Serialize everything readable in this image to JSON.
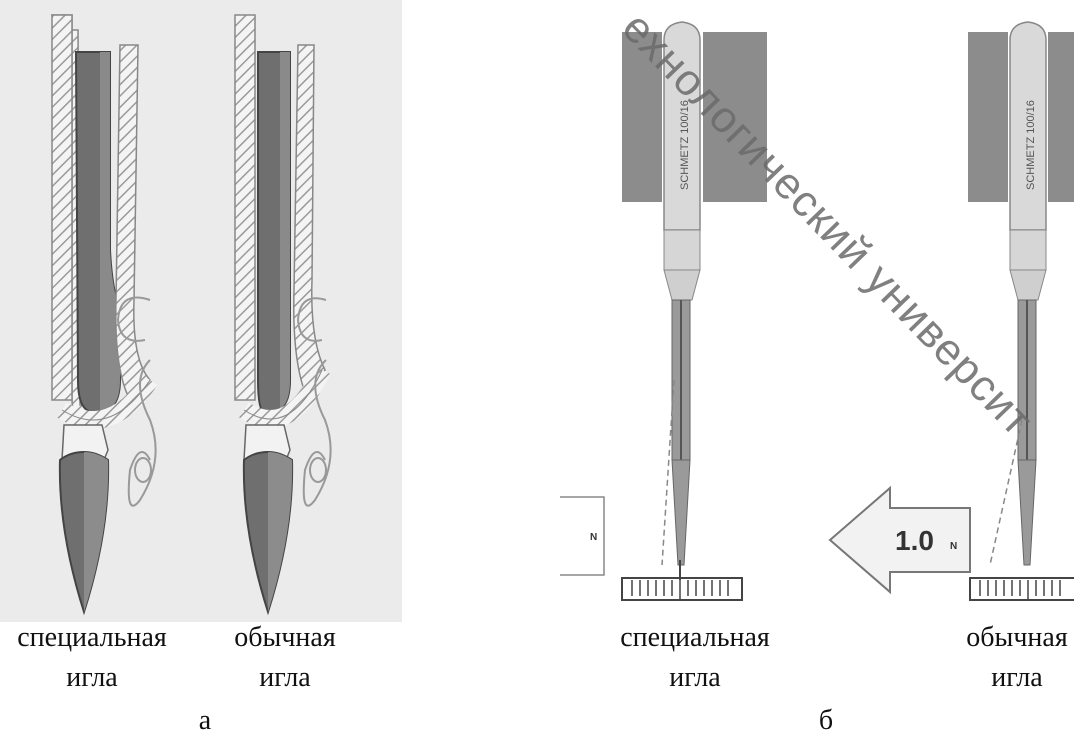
{
  "panel_a": {
    "label": "а",
    "captions": [
      {
        "line1": "специальная",
        "line2": "игла"
      },
      {
        "line1": "обычная",
        "line2": "игла"
      }
    ]
  },
  "panel_b": {
    "label": "б",
    "captions": [
      {
        "line1": "специальная",
        "line2": "игла"
      },
      {
        "line1": "обычная",
        "line2": "игла"
      }
    ],
    "needle_brand": "SCHMETZ 100/16",
    "arrow_value": "1.0",
    "unit_mark": "N"
  },
  "watermark": {
    "text": "ехнологический университ"
  }
}
